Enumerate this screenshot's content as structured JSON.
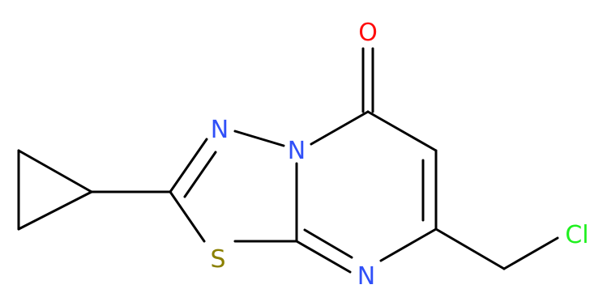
{
  "molecule": {
    "atoms": {
      "O": {
        "label": "O",
        "color": "#FF0D0D"
      },
      "N_ring_top": {
        "label": "N",
        "color": "#3050F8"
      },
      "N_ring_fused": {
        "label": "N",
        "color": "#3050F8"
      },
      "N_ring_bottom": {
        "label": "N",
        "color": "#3050F8"
      },
      "S": {
        "label": "S",
        "color": "#8B8000"
      },
      "Cl": {
        "label": "Cl",
        "color": "#1FF01F"
      }
    },
    "bond_color": "#000000"
  }
}
